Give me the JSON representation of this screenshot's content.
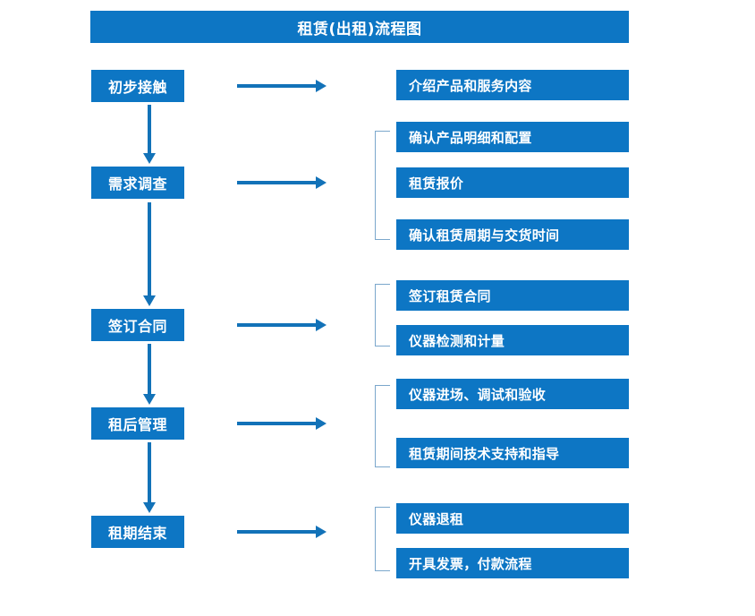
{
  "title": "租赁(出租)流程图",
  "colors": {
    "box_fill": "#0d76c4",
    "box_text": "#ffffff",
    "arrow": "#1272b8",
    "bracket": "#7ba7cc",
    "background": "#ffffff"
  },
  "stages": [
    {
      "label": "初步接触"
    },
    {
      "label": "需求调查"
    },
    {
      "label": "签订合同"
    },
    {
      "label": "租后管理"
    },
    {
      "label": "租期结束"
    }
  ],
  "tasks": [
    {
      "label": "介绍产品和服务内容"
    },
    {
      "label": "确认产品明细和配置"
    },
    {
      "label": "租赁报价"
    },
    {
      "label": "确认租赁周期与交货时间"
    },
    {
      "label": "签订租赁合同"
    },
    {
      "label": "仪器检测和计量"
    },
    {
      "label": "仪器进场、调试和验收"
    },
    {
      "label": "租赁期间技术支持和指导"
    },
    {
      "label": "仪器退租"
    },
    {
      "label": "开具发票，付款流程"
    }
  ]
}
